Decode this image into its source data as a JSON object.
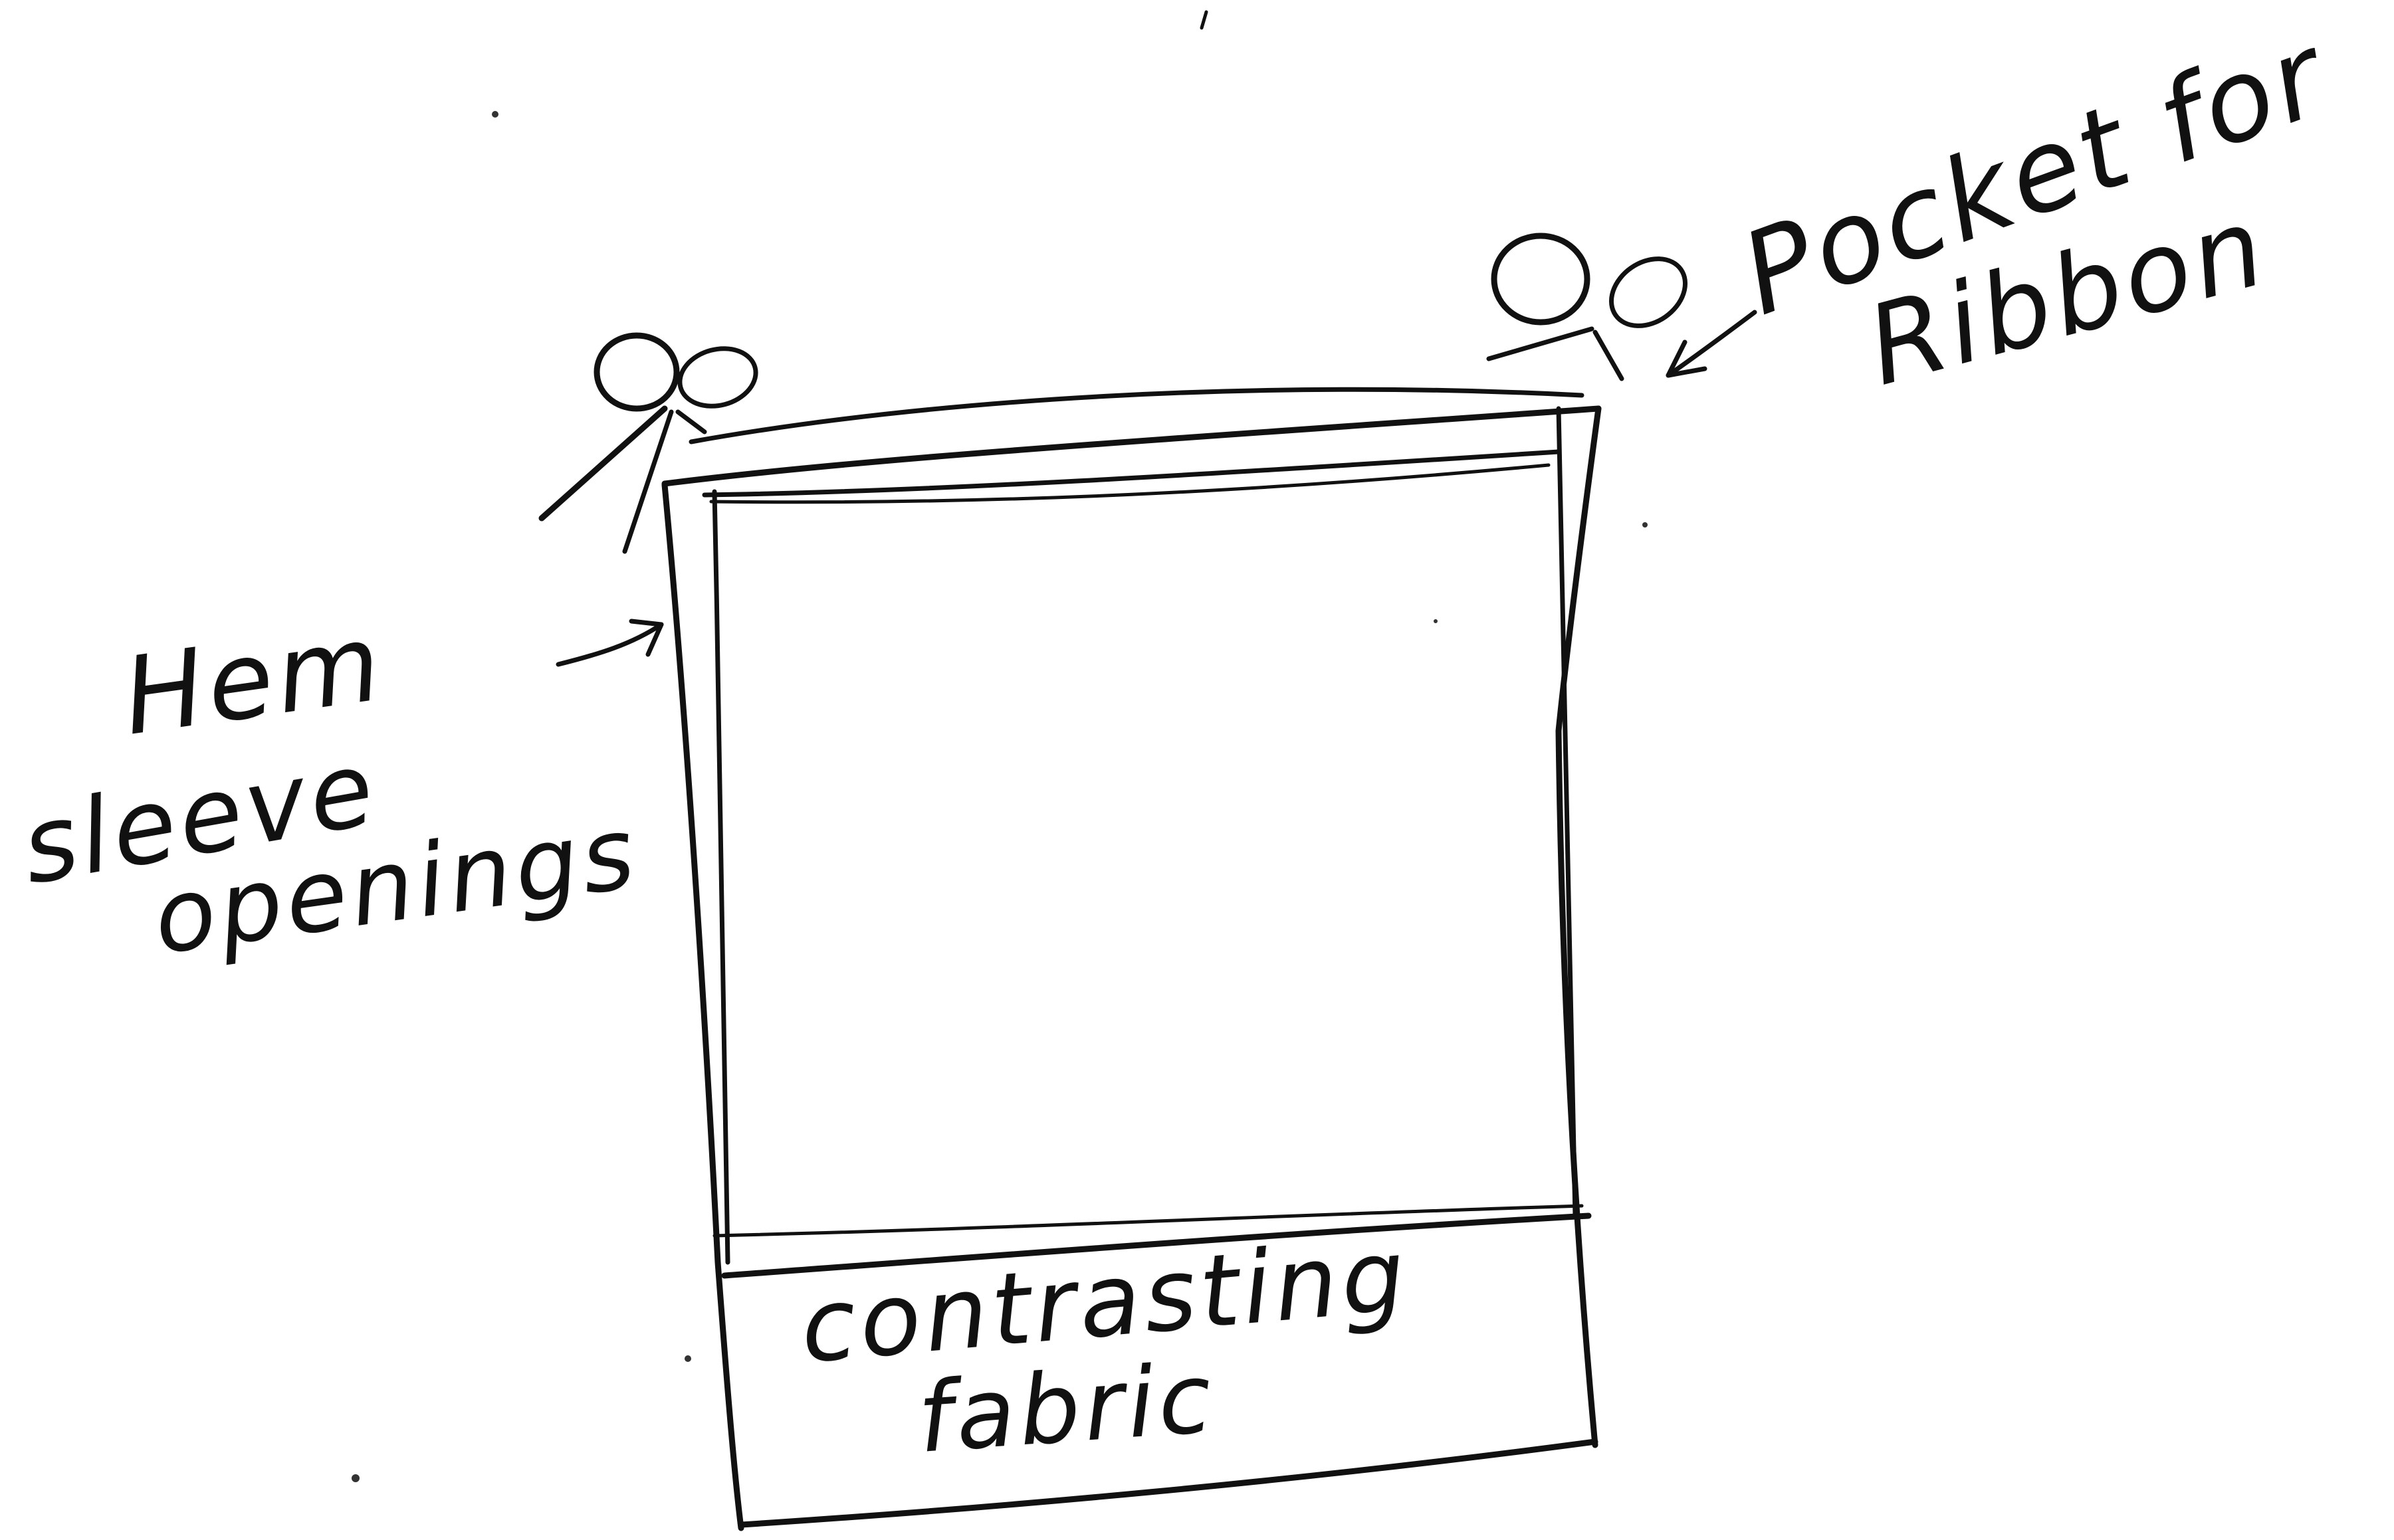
{
  "labels": {
    "hem": {
      "line1": "Hem",
      "line2": "sleeve",
      "line3": "openings"
    },
    "pocket": {
      "line1": "Pocket for",
      "line2": "Ribbon"
    },
    "fabric": {
      "line1": "contrasting",
      "line2": "fabric"
    }
  },
  "colors": {
    "ink": "#111111",
    "paper": "#ffffff"
  }
}
